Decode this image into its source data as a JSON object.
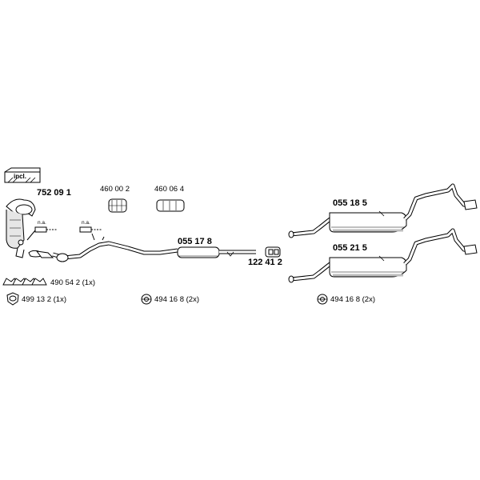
{
  "parts": {
    "catalyst": "752 09 1",
    "incl_label": "incl.",
    "gasket_a": "460 00 2",
    "gasket_b": "460 06 4",
    "middle_silencer": "055 17 8",
    "clamp": "122 41 2",
    "rear_silencer_top": "055 18 5",
    "rear_silencer_bottom": "055 21 5",
    "na_1": "n.a.",
    "na_2": "n.a."
  },
  "legend": {
    "gasket_set": "490 54 2 (1x)",
    "ring_gasket": "499 13 2 (1x)",
    "mount_left": "494 16 8 (2x)",
    "mount_right": "494 16 8 (2x)"
  },
  "colors": {
    "line": "#000000",
    "fill": "#ffffff",
    "shade": "#bdbdbd"
  }
}
